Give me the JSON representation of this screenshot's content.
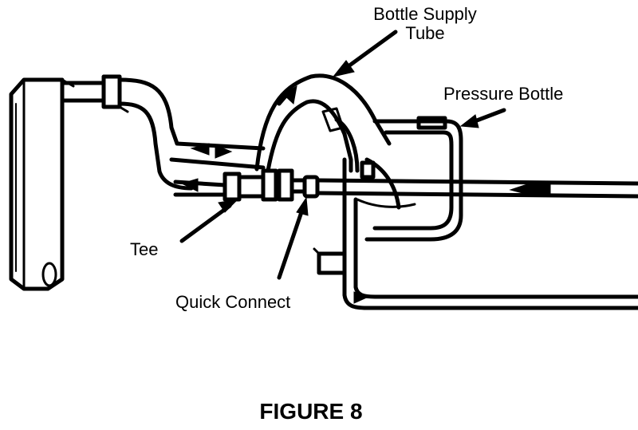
{
  "labels": {
    "bottle_supply_line1": "Bottle Supply",
    "bottle_supply_line2": "Tube",
    "pressure_bottle": "Pressure Bottle",
    "tee": "Tee",
    "quick_connect": "Quick Connect"
  },
  "caption": "FIGURE 8"
}
